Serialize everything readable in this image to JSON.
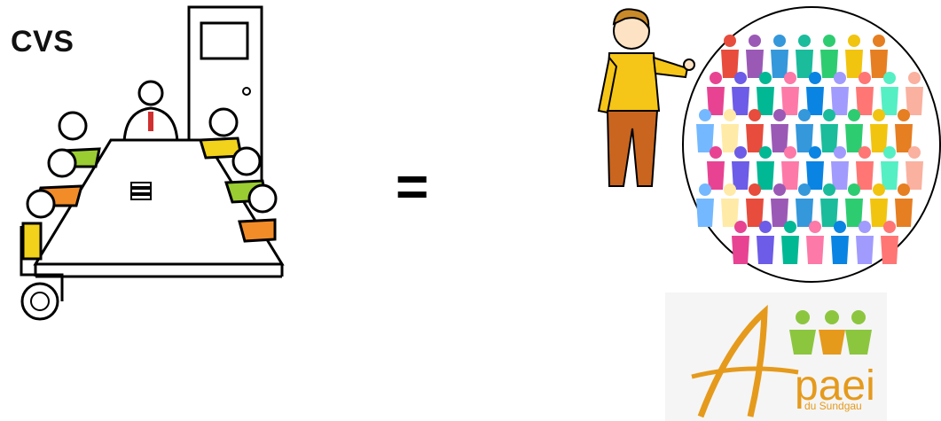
{
  "title": "CVS",
  "equals": "=",
  "logo": {
    "name": "paei",
    "subtitle": "du Sundgau"
  },
  "colors": {
    "logo_orange": "#e59a1c",
    "logo_green": "#8cc63f",
    "chair_green": "#9acd32",
    "chair_orange": "#f28c28",
    "chair_yellow": "#f2d21b",
    "presenter_shirt": "#f5c518",
    "presenter_pants": "#c9651f"
  },
  "icons": [
    "meeting-table-illustration",
    "presenter-icon",
    "crowd-icon",
    "wheelchair-icon",
    "door-icon",
    "apaei-logo"
  ]
}
